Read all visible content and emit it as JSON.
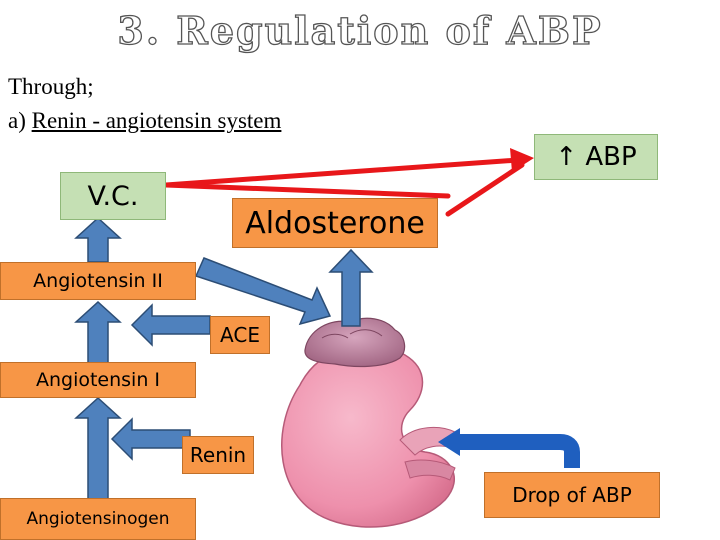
{
  "title": "3. Regulation of ABP",
  "intro": {
    "through": "Through;",
    "item_prefix": "a)",
    "item_label": "Renin - angiotensin system"
  },
  "nodes": {
    "vc": "V.C.",
    "aldosterone": "Aldosterone",
    "abp_up": "↑ ABP",
    "angiotensin_2": "Angiotensin II",
    "ace": "ACE",
    "angiotensin_1": "Angiotensin I",
    "renin": "Renin",
    "angiotensinogen": "Angiotensinogen",
    "drop_abp": "Drop of ABP"
  },
  "colors": {
    "orange_box": "#f79646",
    "green_box": "#c5e0b4",
    "blue_arrow_fill": "#4f81bd",
    "red_arrow": "#e8171a",
    "kidney": "#f09bb5",
    "adrenal": "#b57a96",
    "dark_blue_arrow": "#1f5fbf"
  }
}
